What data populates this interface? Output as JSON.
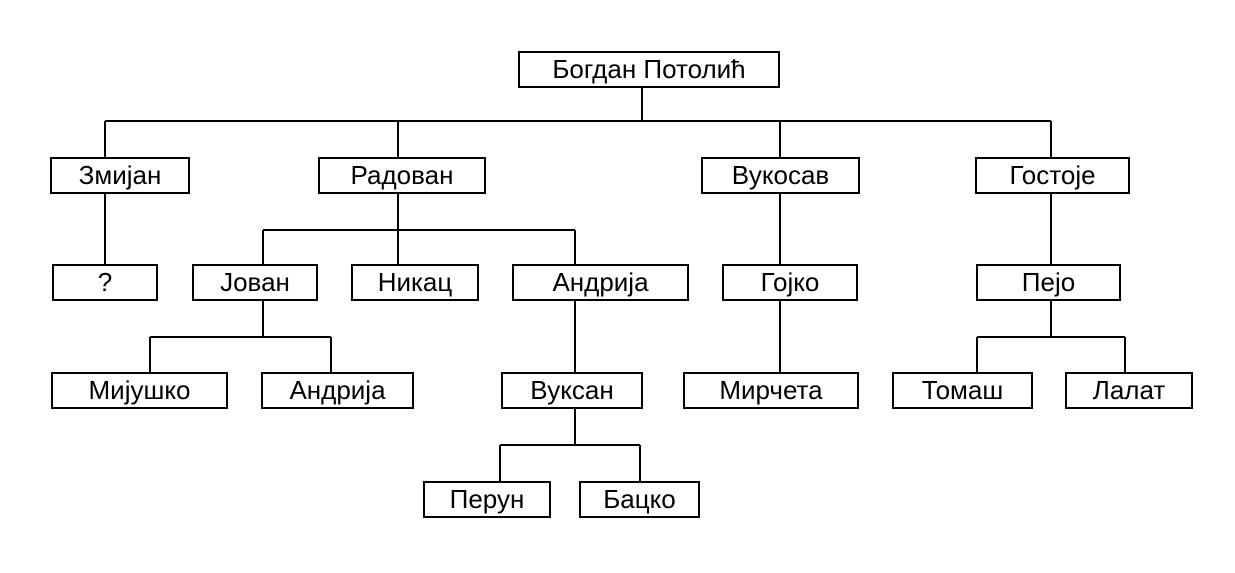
{
  "tree": {
    "root": "Богдан Потолић",
    "gen1": [
      "Змијан",
      "Радован",
      "Вукосав",
      "Гостоје"
    ],
    "gen2": [
      "?",
      "Јован",
      "Никац",
      "Андрија",
      "Гојко",
      "Пејо"
    ],
    "gen3": [
      "Мијушко",
      "Андрија",
      "Вуксан",
      "Мирчета",
      "Томаш",
      "Лалат"
    ],
    "gen4": [
      "Перун",
      "Бацко"
    ]
  }
}
